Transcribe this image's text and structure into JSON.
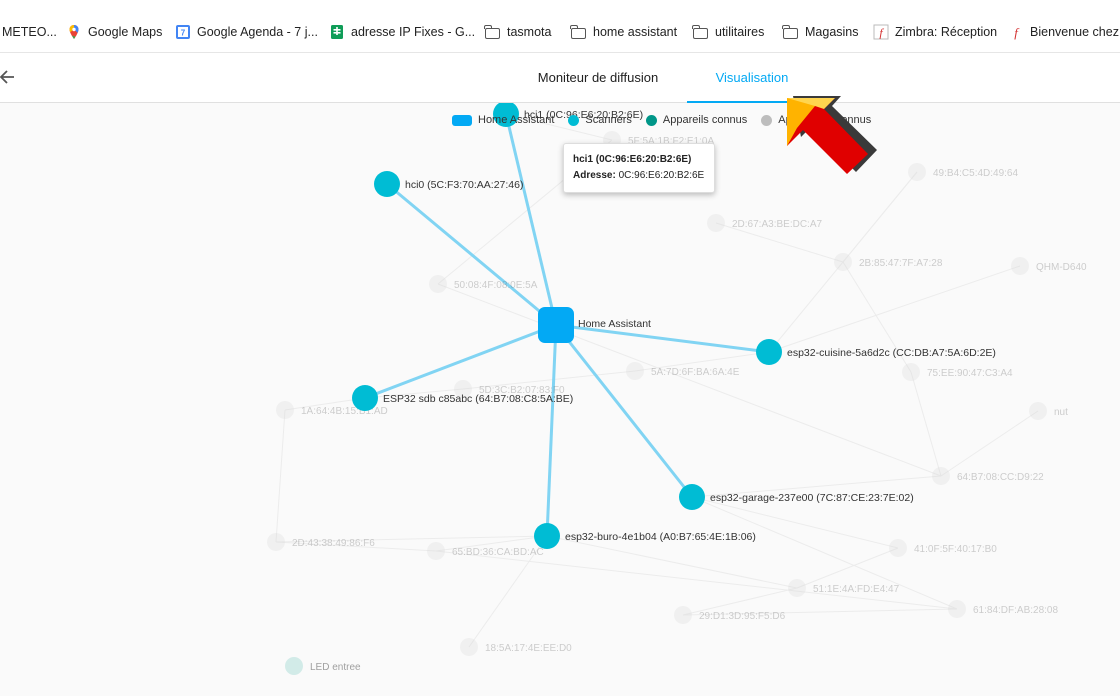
{
  "bookmarks": [
    {
      "label": "METEO...",
      "icon": "bookmark-icon"
    },
    {
      "label": "Google Maps",
      "icon": "google-maps-icon"
    },
    {
      "label": "Google Agenda - 7 j...",
      "icon": "google-calendar-icon"
    },
    {
      "label": "adresse IP Fixes - G...",
      "icon": "google-sheets-icon"
    },
    {
      "label": "tasmota",
      "icon": "folder-icon"
    },
    {
      "label": "home assistant",
      "icon": "folder-icon"
    },
    {
      "label": "utilitaires",
      "icon": "folder-icon"
    },
    {
      "label": "Magasins",
      "icon": "folder-icon"
    },
    {
      "label": "Zimbra: Réception",
      "icon": "zimbra-icon"
    },
    {
      "label": "Bienvenue chez F",
      "icon": "zimbra-icon"
    }
  ],
  "tabs": [
    {
      "label": "Moniteur de diffusion",
      "active": false
    },
    {
      "label": "Visualisation",
      "active": true
    }
  ],
  "legend": [
    {
      "label": "Home Assistant",
      "color": "#03a9f4",
      "shape": "square"
    },
    {
      "label": "Scanners",
      "color": "#00bcd4",
      "shape": "circle"
    },
    {
      "label": "Appareils connus",
      "color": "#009688",
      "shape": "circle"
    },
    {
      "label": "Appareils inconnus",
      "color": "#bdbdbd",
      "shape": "circle"
    }
  ],
  "tooltip": {
    "title": "hci1 (0C:96:E6:20:B2:6E)",
    "address_label": "Adresse:",
    "address_value": "0C:96:E6:20:B2:6E"
  },
  "graph": {
    "hub": {
      "label": "Home Assistant"
    },
    "scanners": [
      {
        "label": "hci1 (0C:96:E6:20:B2:6E)"
      },
      {
        "label": "hci0 (5C:F3:70:AA:27:46)"
      },
      {
        "label": "esp32-cuisine-5a6d2c (CC:DB:A7:5A:6D:2E)"
      },
      {
        "label": "ESP32 sdb c85abc (64:B7:08:C8:5A:BE)"
      },
      {
        "label": "esp32-garage-237e00 (7C:87:CE:23:7E:02)"
      },
      {
        "label": "esp32-buro-4e1b04 (A0:B7:65:4E:1B:06)"
      }
    ],
    "unknown_devices": [
      {
        "label": "5F:5A:1B:F2:E1:0A"
      },
      {
        "label": "49:B4:C5:4D:49:64"
      },
      {
        "label": "2D:67:A3:BE:DC:A7"
      },
      {
        "label": "2B:85:47:7F:A7:28"
      },
      {
        "label": "QHM-D640"
      },
      {
        "label": "50:08:4F:08:0E:5A"
      },
      {
        "label": "5A:7D:6F:BA:6A:4E"
      },
      {
        "label": "5D:3C:B2:07:83:F0"
      },
      {
        "label": "75:EE:90:47:C3:A4"
      },
      {
        "label": "1A:64:4B:15:B1:AD"
      },
      {
        "label": "nut"
      },
      {
        "label": "64:B7:08:CC:D9:22"
      },
      {
        "label": "2D:43:38:49:86:F6"
      },
      {
        "label": "65:BD:36:CA:BD:AC"
      },
      {
        "label": "41:0F:5F:40:17:B0"
      },
      {
        "label": "51:1E:4A:FD:E4:47"
      },
      {
        "label": "29:D1:3D:95:F5:D6"
      },
      {
        "label": "61:84:DF:AB:28:08"
      },
      {
        "label": "18:5A:17:4E:EE:D0"
      },
      {
        "label": "LED entree"
      }
    ]
  }
}
